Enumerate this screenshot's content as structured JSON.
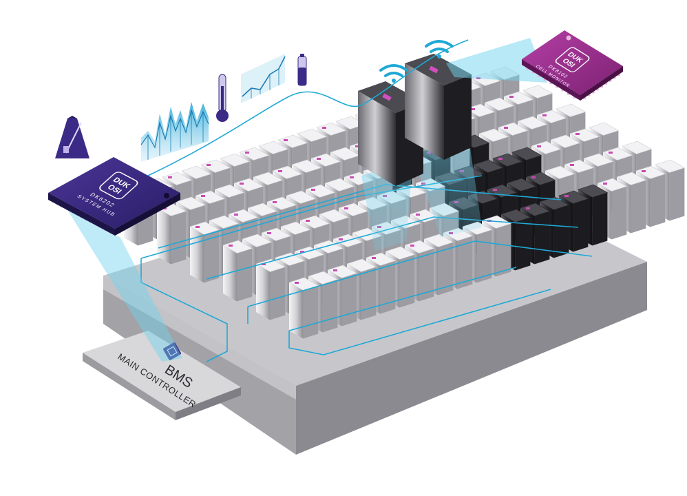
{
  "system_hub": {
    "logo_line1": "DUK",
    "logo_line2": "OSI",
    "part_number": "DK8202",
    "role": "SYSTEM HUB"
  },
  "cell_monitor": {
    "logo_line1": "DUK",
    "logo_line2": "OSI",
    "part_number": "DK8102",
    "role": "CELL MONITOR"
  },
  "main_controller": {
    "title": "BMS",
    "subtitle": "MAIN CONTROLLER"
  },
  "colors": {
    "hub_chip": "#3b2a86",
    "monitor_chip": "#9b2d8e",
    "beam": "#6fd3ee",
    "bus_line": "#1fa8d6",
    "cell_dark": "#2a2a2e",
    "cell_light": "#e6e6ea",
    "tray": "#b9b9bd"
  },
  "icons": [
    "metronome-icon",
    "waveform-chart-icon",
    "thermometer-icon",
    "line-graph-icon",
    "battery-level-icon",
    "wifi-signal-icon"
  ]
}
